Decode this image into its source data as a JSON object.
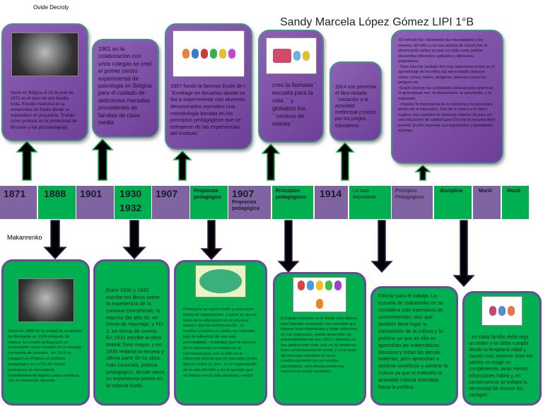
{
  "header": {
    "title": "Sandy Marcela López Gómez  LIPI 1°B",
    "top_label": "Ovide Decroly",
    "bottom_label": "Makanrenko"
  },
  "colors": {
    "purple": "#8064a2",
    "green": "#00b050",
    "arrow_up": "#000000",
    "arrow_down": "#3a1f5a"
  },
  "top_boxes": [
    {
      "text": "Nació en Bélgica el 23 de julio de 1871 en el seno de una familia culta. Estudio medicina en la universidad de Gante donde se especializó en psiquiatría. Trabajo como profesor en la universidad de Bruselas y fue psicopedagogo.",
      "image": "portrait-photo"
    },
    {
      "text": "1901 en la colaboración con unos colegas se creó el primer centro experimental de psicologia en Bélgica para el cuidado de deficientes mentales procedentes de familias de clase media"
    },
    {
      "text": "1907 fundo la famosa Ecole de l´Ermitage en Bruselas donde se iba a experimentar con alumnos denominados normales una metodologia basada en los principios pedagógicos que se extrajeron de las experiencias del instituto.´",
      "image": "children-illustration"
    },
    {
      "text": "creo la llamada`` escuela para la vida `` y globalizo los ``centros de interés``",
      "image": "school-drawing"
    },
    {
      "text": "1914 nos presenta el libro titulado ``iniciación a la actividad intelectual y motriz por los juegos educativos"
    },
    {
      "text": "-El método fue claramente las necesidades y los interese del niño y con los centros de interés fue la observación activa ya que en cada curso podían desarrollar diferentes aptitudes y diferentes asignaturas.\n- Para Decroly también fue muy importante incluir en el aprendizaje de los niños las necesidades básicas como: comer, beber, abrigarse, defensa contra los peligros etc.\n-Según Decroly las actividades básicas para potenciar el aprendizaje son: la observación, la asociación, y la expresión.\n- Impulso la importancia de la medicina y la psicologia dentro de la educacion. Fue de lo macro a lo micro sugiere una cantidad de alumnos máximo 20 para ser una educación de calidad para Decroly la escuela debe permitir al niño expresar sus inquietudes y posibilitarlo al juego."
    }
  ],
  "timeline": [
    {
      "label": "1871",
      "sub": ""
    },
    {
      "label": "1888",
      "sub": ""
    },
    {
      "label": "1901",
      "sub": ""
    },
    {
      "label": "1930",
      "sub": "1932"
    },
    {
      "label": "1907",
      "sub": ""
    },
    {
      "label": "Propuesta pedagógica",
      "sub": ""
    },
    {
      "label": "1907",
      "sub": "Propuesta pedagógica"
    },
    {
      "label": "Principios pedagógicos",
      "sub": ""
    },
    {
      "label": "1914",
      "sub": ""
    },
    {
      "label": "Lo mas importante",
      "sub": ""
    },
    {
      "label": "Principios Pedagógicos",
      "sub": ""
    },
    {
      "label": "disciplina",
      "sub": ""
    },
    {
      "label": "Murió",
      "sub": ""
    },
    {
      "label": "Murió",
      "sub": ""
    }
  ],
  "bottom_boxes": [
    {
      "text": "Nació en 1888 en la ciudad de ucraniana de Bielopolie en 1905 después de realizar su cursillo pedagógico se desempeñó como maestro en la escuela ferroviaria de primaria . en 1914 se inauguró en Poltava un instituto pedagógico con el fin de formar profesores de secundaria, inmediatamente ingreso para continuar con su formación docente.",
      "image": "portrait-photo"
    },
    {
      "text": "Entre 1930 y 1932 escribe los libros sobre la experiencia de la comuna Dzerzhinski: la marcha del año 30, en forma de reportaje, y FD-1, en forma de novela . En 1933 escribe la obra teatral Tono mayor. y en 1935 redacta la tercera y última parte de su obra más conocida, poema pedagógico, donde narra su experiencia previa en la colonia Gorki"
    },
    {
      "text": "Perseguía un nuevo estilo y una nueva forma de organización ,y parte de que la base de la educación es un proceso social y que en consecuencia , el hombre soviético no podía ser educado bajo la influencia de una sola personalidad ; entendida que la esencia de la educación no estaba en la conversaciones con el niño en la influencia directa que un educador podía ejercer sobre él, sino `en la organización de la vida del niño y en el ejemplo que se brinda con la vida personal y social´",
      "image": "world-children-illustration"
    },
    {
      "text": "El trabajo colectivo es el medio más idóneo para lograrla; solamente una sociedad que impone tares importantes y exige esfuerzos en sus realización, puede desarrollar las potencialidades de sus niños y jóvenes, no hay adolescente malo solo no ha tenido un buen condicionamiento social, y es la tarea del educador brindarle un buen condicionamiento no con recetas psicológicas, sino introduciendo una experiencia social verdadera.",
      "image": "teamwork-figures"
    },
    {
      "text": "Educar para el trabajo. La escuela de makarenko no se considera solo trasmisora de conocimientos, sino que también tiene lugar la transmisión de la cultura y la política; ya que en ella se aprendían las matemáticas, literatura y todas las demás materias, pero aprendían a sentirse soviéticos y admirar la cultura ya que el entendía la actividad cultural orientada hacia la política."
    },
    {
      "text": "``en cada familia debe regir un orden y se debe cumplir desde la temprana edad y cuanto más severos sean los padres en exigir un cumplimiento, tanto menos infracciones habrá y, en consecuencia se evitara la necesidad de recurrir los castigos``",
      "image": "family-illustration"
    }
  ]
}
